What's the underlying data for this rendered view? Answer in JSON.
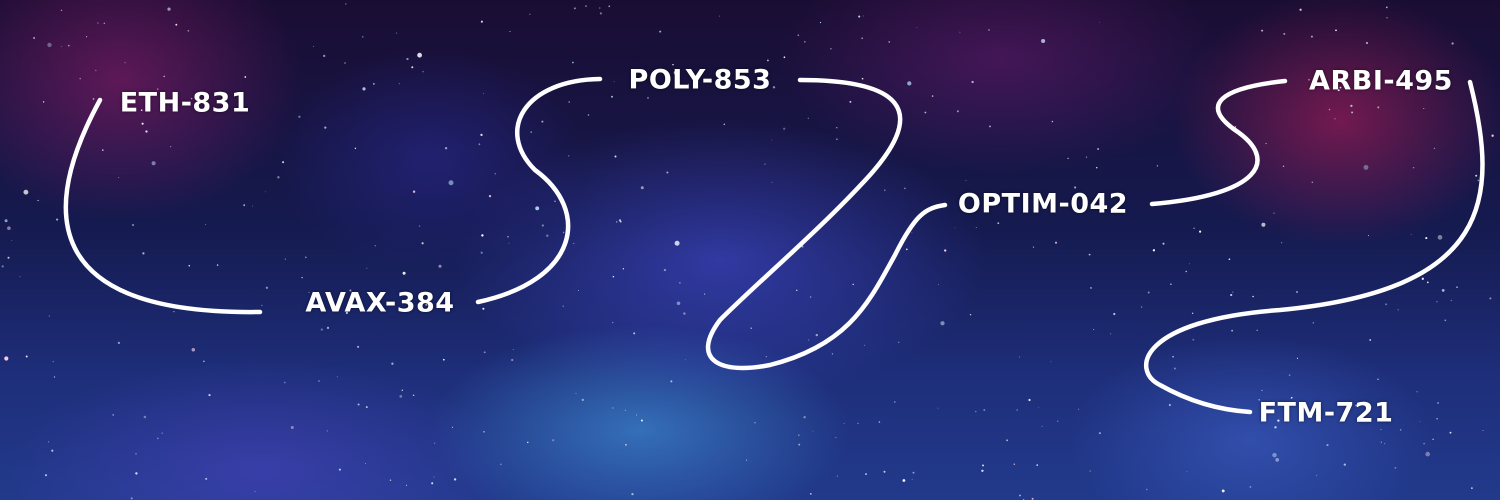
{
  "labels": {
    "eth": "ETH-831",
    "avax": "AVAX-384",
    "poly": "POLY-853",
    "optim": "OPTIM-042",
    "arbi": "ARBI-495",
    "ftm": "FTM-721"
  }
}
